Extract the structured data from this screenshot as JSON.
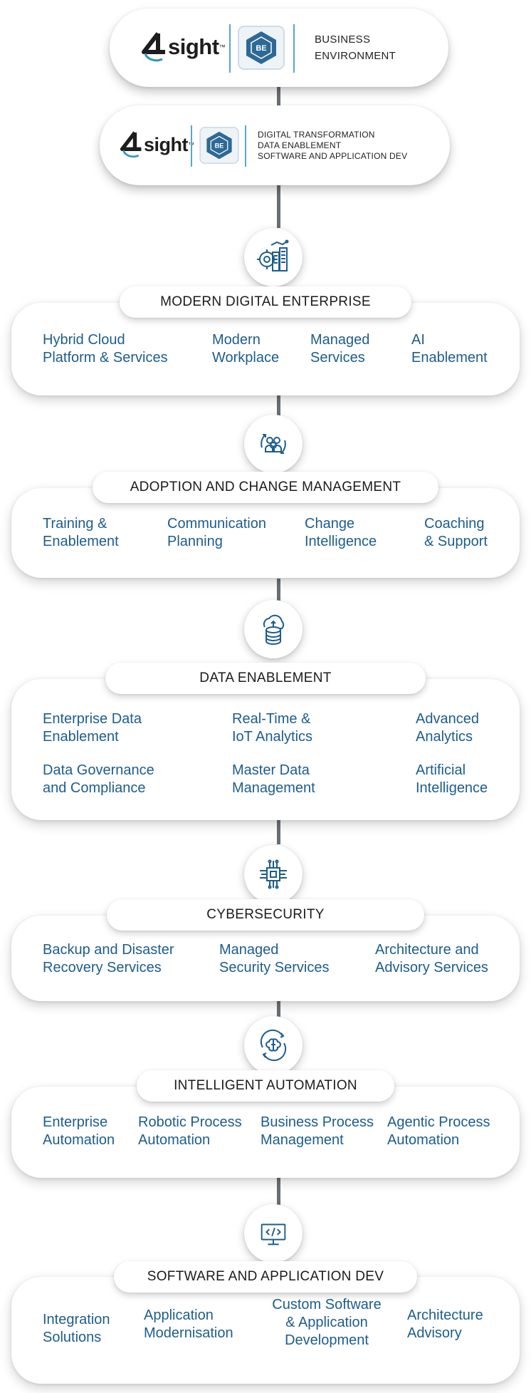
{
  "colors": {
    "accent_blue": "#1d5d8c",
    "connector": "#6a6f76",
    "logo_teal": "#2e95c0"
  },
  "header": {
    "logo_1": {
      "brand": "4sight",
      "brand_suffix": "sight",
      "tm": "™",
      "badge": "BE",
      "lines": [
        "BUSINESS",
        "ENVIRONMENT"
      ]
    },
    "logo_2": {
      "brand": "4sight",
      "brand_suffix": "sight",
      "tm": "™",
      "badge": "BE",
      "lines": [
        "DIGITAL TRANSFORMATION",
        "DATA ENABLEMENT",
        "SOFTWARE AND APPLICATION DEV"
      ]
    }
  },
  "sections": [
    {
      "icon": "cloud-gear-buildings-icon",
      "title": "MODERN DIGITAL ENTERPRISE",
      "items": [
        [
          "Hybrid Cloud",
          "Platform & Services"
        ],
        [
          "Modern",
          "Workplace"
        ],
        [
          "Managed",
          "Services"
        ],
        [
          "AI",
          "Enablement"
        ]
      ]
    },
    {
      "icon": "people-group-icon",
      "title": "ADOPTION AND CHANGE MANAGEMENT",
      "items": [
        [
          "Training &",
          "Enablement"
        ],
        [
          "Communication",
          "Planning"
        ],
        [
          "Change",
          "Intelligence"
        ],
        [
          "Coaching",
          "& Support"
        ]
      ]
    },
    {
      "icon": "cloud-database-icon",
      "title": "DATA ENABLEMENT",
      "items": [
        [
          "Enterprise Data",
          "Enablement"
        ],
        [
          "Real-Time &",
          "IoT Analytics"
        ],
        [
          "Advanced",
          "Analytics"
        ],
        [
          "Data Governance",
          "and Compliance"
        ],
        [
          "Master Data",
          "Management"
        ],
        [
          "Artificial",
          "Intelligence"
        ]
      ]
    },
    {
      "icon": "chip-circuit-icon",
      "title": "CYBERSECURITY",
      "items": [
        [
          "Backup and Disaster",
          "Recovery Services"
        ],
        [
          "Managed",
          "Security Services"
        ],
        [
          "Architecture and",
          "Advisory Services"
        ]
      ]
    },
    {
      "icon": "brain-automation-icon",
      "title": "INTELLIGENT AUTOMATION",
      "items": [
        [
          "Enterprise",
          "Automation"
        ],
        [
          "Robotic Process",
          "Automation"
        ],
        [
          "Business Process",
          "Management"
        ],
        [
          "Agentic Process",
          "Automation"
        ]
      ]
    },
    {
      "icon": "code-monitor-icon",
      "title": "SOFTWARE AND APPLICATION DEV",
      "items": [
        [
          "Integration",
          "Solutions"
        ],
        [
          "Application",
          "Modernisation"
        ],
        [
          "Custom Software",
          "& Application",
          "Development"
        ],
        [
          "Architecture",
          "Advisory"
        ]
      ]
    }
  ]
}
